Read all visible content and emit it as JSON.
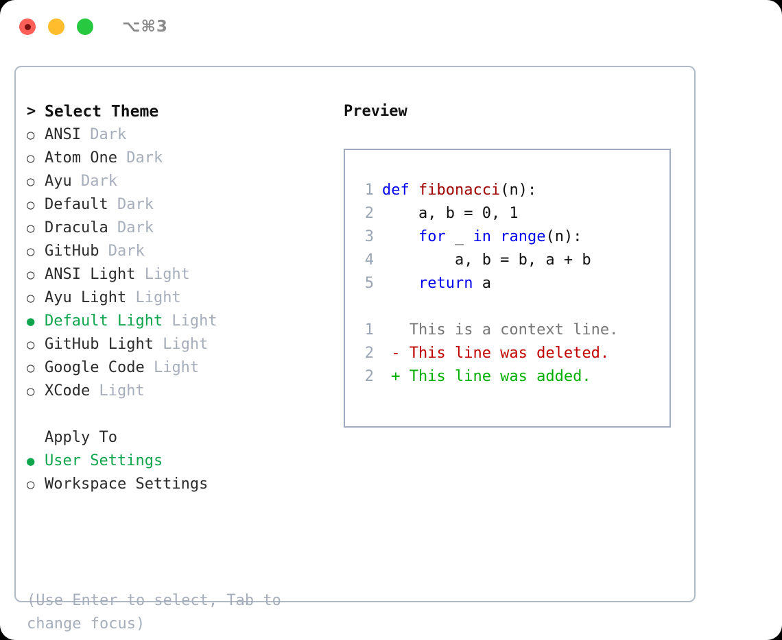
{
  "titlebar": {
    "lights": [
      {
        "name": "close",
        "color": "#ff5f57",
        "recording": true
      },
      {
        "name": "minimize",
        "color": "#ffbd2e",
        "recording": false
      },
      {
        "name": "zoom",
        "color": "#28c840",
        "recording": false
      }
    ],
    "shortcut": "⌥⌘3"
  },
  "colors": {
    "accent_green": "#0ea54d",
    "muted": "#a7aebb",
    "keyword_blue": "#0000ee",
    "function_red": "#a00000",
    "diff_delete": "#c00000",
    "diff_add": "#00b000",
    "panel_border": "#b0bac7",
    "preview_border": "#9eabbd",
    "lineno": "#9aa5b4"
  },
  "theme_picker": {
    "header": {
      "marker": ">",
      "label": "Select Theme"
    },
    "items": [
      {
        "marker": "○",
        "label": "ANSI",
        "tag": "Dark",
        "selected": false
      },
      {
        "marker": "○",
        "label": "Atom One",
        "tag": "Dark",
        "selected": false
      },
      {
        "marker": "○",
        "label": "Ayu",
        "tag": "Dark",
        "selected": false
      },
      {
        "marker": "○",
        "label": "Default",
        "tag": "Dark",
        "selected": false
      },
      {
        "marker": "○",
        "label": "Dracula",
        "tag": "Dark",
        "selected": false
      },
      {
        "marker": "○",
        "label": "GitHub",
        "tag": "Dark",
        "selected": false
      },
      {
        "marker": "○",
        "label": "ANSI Light",
        "tag": "Light",
        "selected": false
      },
      {
        "marker": "○",
        "label": "Ayu Light",
        "tag": "Light",
        "selected": false
      },
      {
        "marker": "●",
        "label": "Default Light",
        "tag": "Light",
        "selected": true
      },
      {
        "marker": "○",
        "label": "GitHub Light",
        "tag": "Light",
        "selected": false
      },
      {
        "marker": "○",
        "label": "Google Code",
        "tag": "Light",
        "selected": false
      },
      {
        "marker": "○",
        "label": "XCode",
        "tag": "Light",
        "selected": false
      }
    ]
  },
  "apply_to": {
    "title": "Apply To",
    "items": [
      {
        "marker": "●",
        "label": "User Settings",
        "selected": true
      },
      {
        "marker": "○",
        "label": "Workspace Settings",
        "selected": false
      }
    ]
  },
  "hint": "(Use Enter to select, Tab to change focus)",
  "preview": {
    "title": "Preview",
    "code_lines": [
      {
        "lineno": "1",
        "tokens": [
          {
            "text": "def ",
            "style": "kw"
          },
          {
            "text": "fibonacci",
            "style": "fn"
          },
          {
            "text": "(n):",
            "style": "plain"
          }
        ]
      },
      {
        "lineno": "2",
        "tokens": [
          {
            "text": "    a, b = 0, 1",
            "style": "plain"
          }
        ]
      },
      {
        "lineno": "3",
        "tokens": [
          {
            "text": "    ",
            "style": "plain"
          },
          {
            "text": "for",
            "style": "kw"
          },
          {
            "text": " _ ",
            "style": "plain"
          },
          {
            "text": "in",
            "style": "kw"
          },
          {
            "text": " ",
            "style": "plain"
          },
          {
            "text": "range",
            "style": "kw"
          },
          {
            "text": "(n):",
            "style": "plain"
          }
        ]
      },
      {
        "lineno": "4",
        "tokens": [
          {
            "text": "        a, b = b, a + b",
            "style": "plain"
          }
        ]
      },
      {
        "lineno": "5",
        "tokens": [
          {
            "text": "    ",
            "style": "plain"
          },
          {
            "text": "return",
            "style": "kw"
          },
          {
            "text": " a",
            "style": "plain"
          }
        ]
      }
    ],
    "diff_lines": [
      {
        "lineno": "1",
        "tokens": [
          {
            "text": "   This is a context line.",
            "style": "ctx"
          }
        ]
      },
      {
        "lineno": "2",
        "tokens": [
          {
            "text": " - This line was deleted.",
            "style": "del"
          }
        ]
      },
      {
        "lineno": "2",
        "tokens": [
          {
            "text": " + This line was added.",
            "style": "add"
          }
        ]
      }
    ]
  }
}
